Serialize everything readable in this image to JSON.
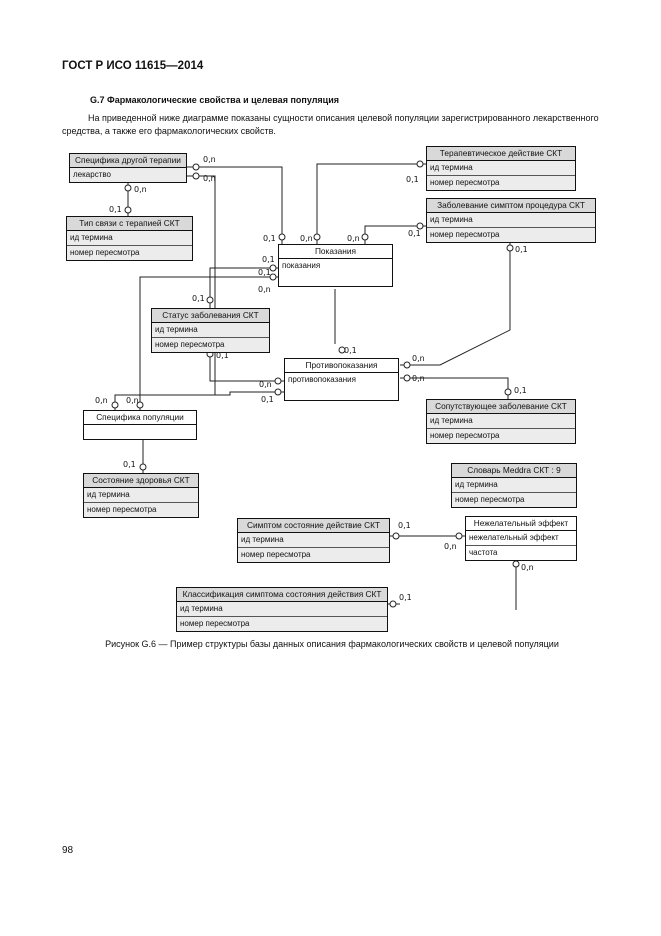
{
  "page": {
    "header": "ГОСТ Р ИСО 11615—2014",
    "section_title": "G.7 Фармакологические свойства и целевая популяция",
    "intro": "На приведенной ниже диаграмме показаны сущности описания целевой популяции зарегистрированного лекарственного средства, а также его фармакологических свойств.",
    "caption": "Рисунок G.6 — Пример структуры базы данных описания фармакологических свойств и целевой популяции",
    "page_number": "98"
  },
  "entities": {
    "spec_therapy": {
      "title": "Специфика другой терапии",
      "fields": [
        "лекарство"
      ]
    },
    "link_type": {
      "title": "Тип связи с терапией СКТ",
      "fields": [
        "ид термина",
        "номер пересмотра"
      ]
    },
    "therapeutic": {
      "title": "Терапевтическое действие СКТ",
      "fields": [
        "ид термина",
        "номер пересмотра"
      ]
    },
    "disease": {
      "title": "Заболевание симптом процедура СКТ",
      "fields": [
        "ид термина",
        "номер пересмотра"
      ]
    },
    "indications": {
      "title": "Показания",
      "fields": [
        "показания"
      ]
    },
    "disease_status": {
      "title": "Статус заболевания СКТ",
      "fields": [
        "ид термина",
        "номер пересмотра"
      ]
    },
    "contraindications": {
      "title": "Противопоказания",
      "fields": [
        "противопоказания"
      ]
    },
    "population": {
      "title": "Специфика популяции",
      "fields": [
        ""
      ]
    },
    "comorbid": {
      "title": "Сопутствующее заболевание СКТ",
      "fields": [
        "ид термина",
        "номер пересмотра"
      ]
    },
    "health": {
      "title": "Состояние здоровья СКТ",
      "fields": [
        "ид термина",
        "номер пересмотра"
      ]
    },
    "meddra": {
      "title": "Словарь Meddra СКТ : 9",
      "fields": [
        "ид термина",
        "номер пересмотра"
      ]
    },
    "symptom_state": {
      "title": "Симптом состояние действие СКТ",
      "fields": [
        "ид термина",
        "номер пересмотра"
      ]
    },
    "adverse": {
      "title": "Нежелательный эффект",
      "fields": [
        "нежелательный эффект",
        "частота"
      ]
    },
    "classification": {
      "title": "Классификация симптома состояния действия СКТ",
      "fields": [
        "ид термина",
        "номер пересмотра"
      ]
    }
  },
  "cardinality": {
    "zero_n": "0,n",
    "zero_one": "0,1"
  }
}
